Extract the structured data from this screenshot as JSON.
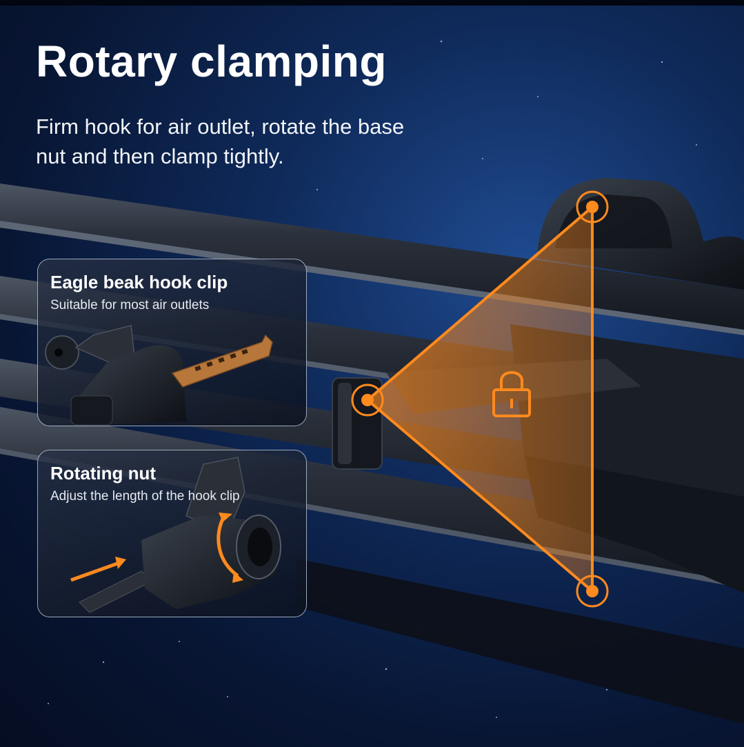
{
  "title": "Rotary clamping",
  "subtitle": "Firm hook for air outlet, rotate the base nut and then clamp tightly.",
  "features": [
    {
      "title": "Eagle beak hook clip",
      "description": "Suitable for most air outlets"
    },
    {
      "title": "Rotating nut",
      "description": "Adjust the length of the hook clip"
    }
  ],
  "colors": {
    "accent": "#ff8a1e",
    "background": "#0b1f46"
  },
  "icons": [
    "lock-icon",
    "rotate-arrow-icon",
    "push-arrow-icon"
  ]
}
